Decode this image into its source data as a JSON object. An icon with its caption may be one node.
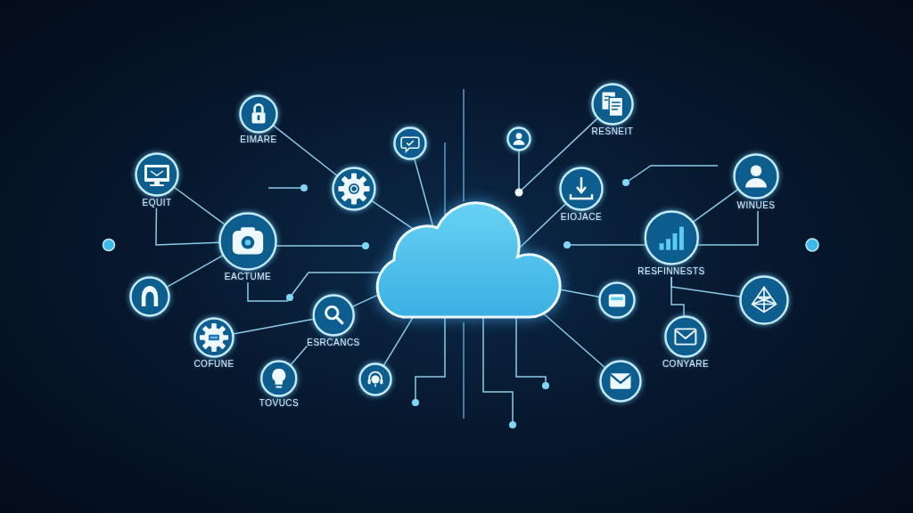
{
  "diagram": {
    "nodes": [
      {
        "text": [
          "EIMARE"
        ]
      },
      {
        "text": [
          "RESNEIT"
        ]
      },
      {
        "text": [],
        "shape": "circle"
      },
      {
        "text": [],
        "shape": "circle"
      },
      {
        "text": [
          "EQUIT"
        ]
      },
      {
        "text": [],
        "shape": "circle"
      },
      {
        "text": [
          "EIOJACE"
        ]
      },
      {
        "text": [
          "WINUES"
        ]
      },
      {
        "text": [
          "EACTUME"
        ]
      },
      {
        "text": [],
        "shape": "cloud"
      },
      {
        "text": [
          "RESFINNESTS"
        ]
      },
      {
        "text": [],
        "shape": "circle"
      },
      {
        "text": [
          "ESRCANCS"
        ]
      },
      {
        "text": [],
        "shape": "circle"
      },
      {
        "text": [],
        "shape": "circle"
      },
      {
        "text": [
          "COFUNE"
        ]
      },
      {
        "text": [
          "CONYARE"
        ]
      },
      {
        "text": [
          "TOVUCS"
        ]
      },
      {
        "text": [],
        "shape": "circle"
      },
      {
        "text": [],
        "shape": "circle"
      }
    ],
    "edges": [
      {
        "from": 0,
        "to": 5,
        "arrow": "none"
      },
      {
        "from": 5,
        "to": 9,
        "arrow": "none"
      },
      {
        "from": 2,
        "to": 9,
        "arrow": "none"
      },
      {
        "from": 3,
        "to": 1,
        "arrow": "none"
      },
      {
        "from": 4,
        "to": 8,
        "arrow": "none"
      },
      {
        "from": 4,
        "to": 8,
        "arrow": "none"
      },
      {
        "from": 8,
        "to": null,
        "arrow": "other"
      },
      {
        "from": 8,
        "to": 9,
        "arrow": "none"
      },
      {
        "from": 11,
        "to": 8,
        "arrow": "none"
      },
      {
        "from": 6,
        "to": 9,
        "arrow": "none"
      },
      {
        "from": 10,
        "to": null,
        "arrow": "other"
      },
      {
        "from": 10,
        "to": 7,
        "arrow": "none"
      },
      {
        "from": 10,
        "to": 7,
        "arrow": "none"
      },
      {
        "from": 15,
        "to": 12,
        "arrow": "none"
      },
      {
        "from": 17,
        "to": 12,
        "arrow": "none"
      },
      {
        "from": 12,
        "to": 9,
        "arrow": "none"
      },
      {
        "from": 18,
        "to": 9,
        "arrow": "none"
      },
      {
        "from": 9,
        "to": 13,
        "arrow": "none"
      },
      {
        "from": 9,
        "to": 19,
        "arrow": "none"
      },
      {
        "from": 10,
        "to": 14,
        "arrow": "none"
      },
      {
        "from": 10,
        "to": 16,
        "arrow": "none"
      },
      {
        "from": 9,
        "to": null,
        "arrow": "other"
      },
      {
        "from": 9,
        "to": null,
        "arrow": "other"
      },
      {
        "from": 9,
        "to": null,
        "arrow": "other"
      }
    ]
  }
}
